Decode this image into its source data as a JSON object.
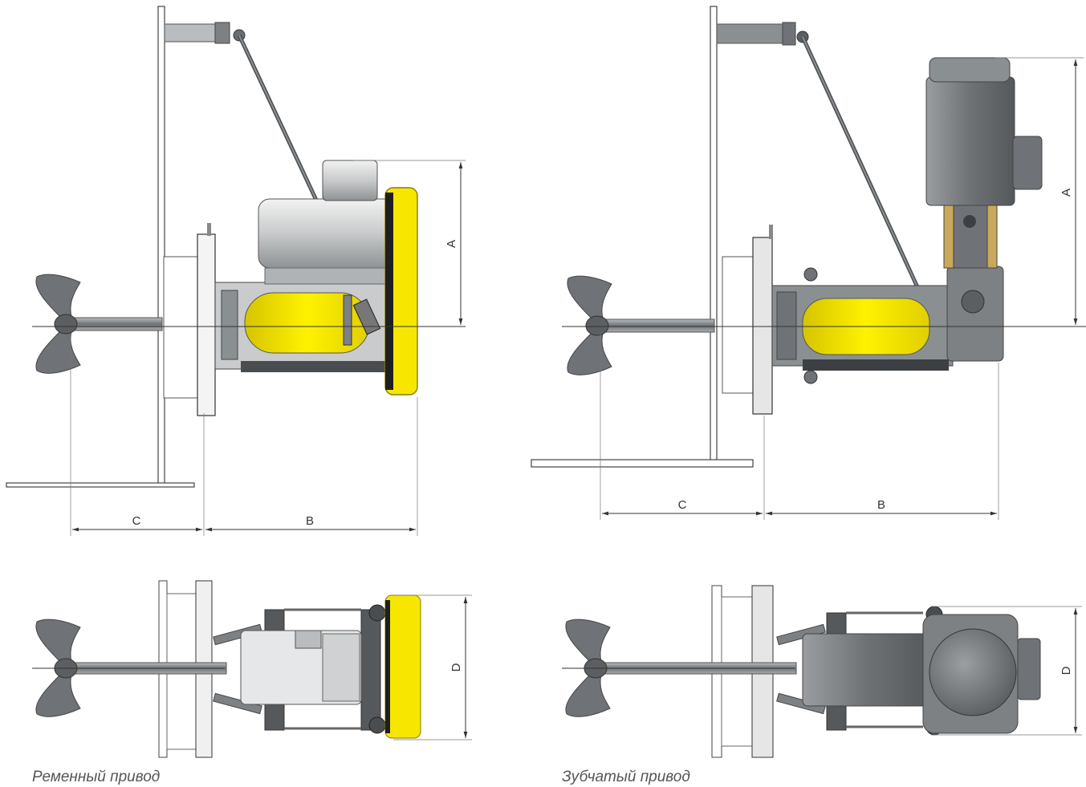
{
  "captions": {
    "belt": "Ременный привод",
    "gear": "Зубчатый привод"
  },
  "dimensions": {
    "a": "A",
    "b": "B",
    "c": "C",
    "d": "D"
  },
  "colors": {
    "yellow": "#f0e000",
    "steel": "#8a8f92",
    "dark": "#4a4d50",
    "line": "#333333"
  }
}
